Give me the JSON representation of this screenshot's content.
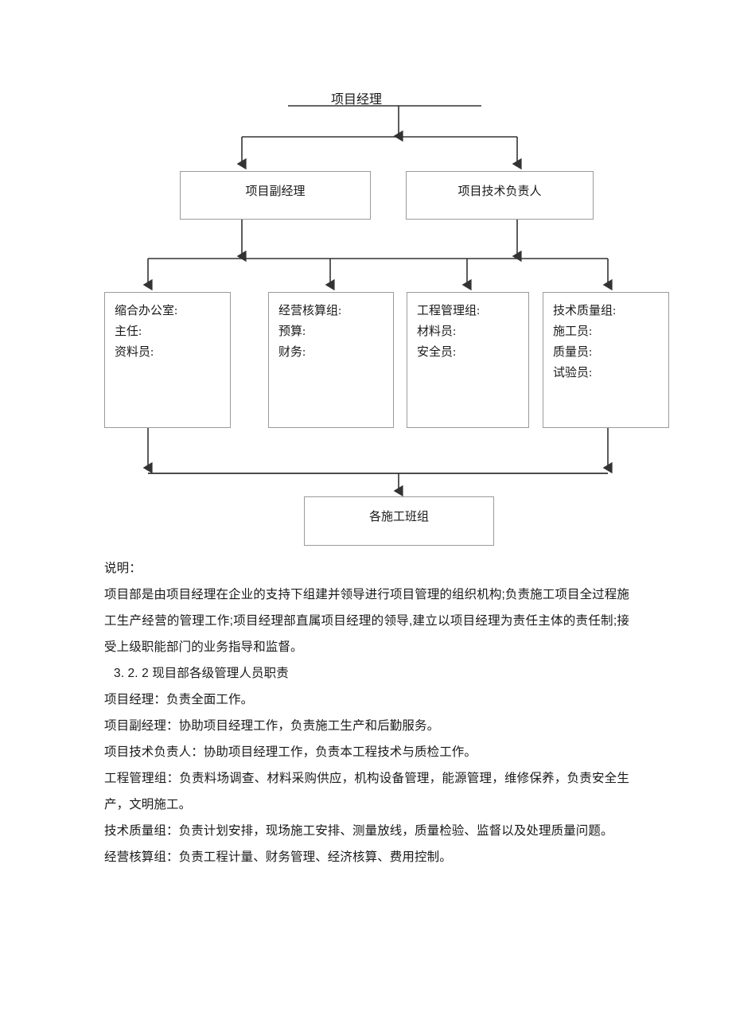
{
  "chart": {
    "root": {
      "label": "项目经理"
    },
    "level2": [
      {
        "label": "项目副经理"
      },
      {
        "label": "项目技术负责人"
      }
    ],
    "level3": [
      {
        "lines": [
          "缩合办公室:",
          "主任:",
          "资料员:"
        ]
      },
      {
        "lines": [
          "经营核算组:",
          "预算:",
          "财务:"
        ]
      },
      {
        "lines": [
          "工程管理组:",
          "材料员:",
          "安全员:"
        ]
      },
      {
        "lines": [
          "技术质量组:",
          "施工员:",
          "质量员:",
          "试验员:"
        ]
      }
    ],
    "level4": [
      {
        "label": "各施工班组"
      }
    ],
    "colors": {
      "box_border": "#9a9a9a",
      "connector": "#333333",
      "text": "#1a1a1a",
      "background": "#ffffff"
    }
  },
  "document": {
    "paragraphs": [
      "说明：",
      "项目部是由项目经理在企业的支持下组建并领导进行项目管理的组织机构;负责施工项目全过程施工生产经营的管理工作;项目经理部直属项目经理的领导,建立以项目经理为责任主体的责任制;接受上级职能部门的业务指导和监督。",
      "3. 2. 2 现目部各级管理人员职责",
      "项目经理：负责全面工作。",
      "项目副经理：协助项目经理工作，负责施工生产和后勤服务。",
      "项目技术负责人：协助项目经理工作，负责本工程技术与质检工作。",
      "工程管理组：负责料场调查、材料采购供应，机构设备管理，能源管理，维修保养，负责安全生产，文明施工。",
      "技术质量组：负责计划安排，现场施工安排、测量放线，质量检验、监督以及处理质量问题。",
      "经营核算组：负责工程计量、财务管理、经济核算、费用控制。"
    ]
  }
}
